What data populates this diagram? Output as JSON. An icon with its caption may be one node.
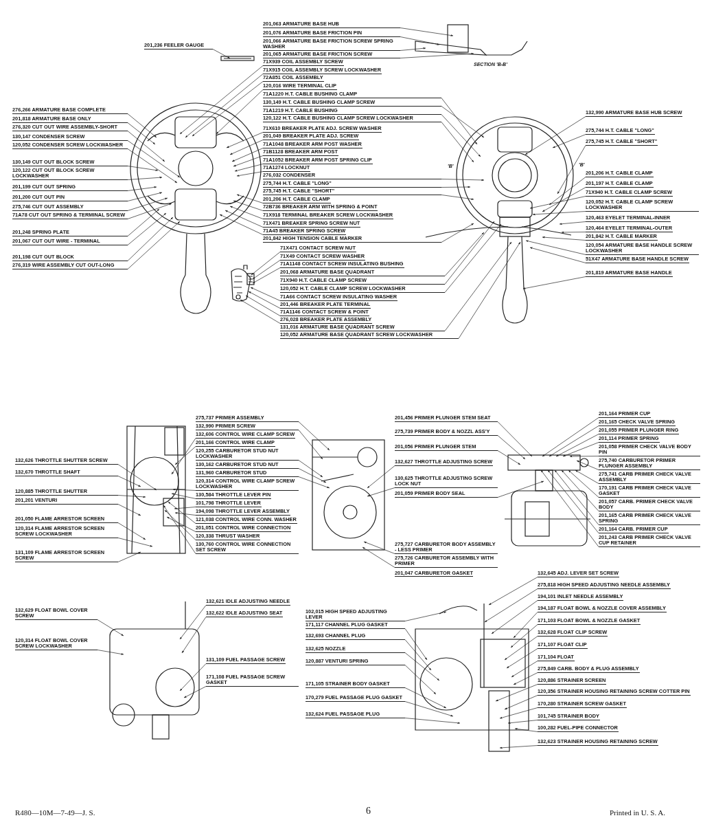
{
  "diagram": {
    "nodes": [
      {
        "text": [
          "201,236 FEELER GAUGE"
        ]
      },
      {
        "text": [
          "276,266 ARMATURE BASE COMPLETE"
        ]
      },
      {
        "text": [
          "201,818 ARMATURE BASE ONLY"
        ]
      },
      {
        "text": [
          "276,320 CUT OUT WIRE ASSEMBLY-SHORT"
        ]
      },
      {
        "text": [
          "130,147 CONDENSER SCREW"
        ]
      },
      {
        "text": [
          "120,052 CONDENSER SCREW LOCKWASHER"
        ]
      },
      {
        "text": [
          "130,149 CUT OUT BLOCK SCREW"
        ]
      },
      {
        "text": [
          "120,122 CUT OUT BLOCK SCREW LOCKWASHER"
        ]
      },
      {
        "text": [
          "201,199 CUT OUT SPRING"
        ]
      },
      {
        "text": [
          "201,200 CUT OUT PIN"
        ]
      },
      {
        "text": [
          "275,746 CUT OUT ASSEMBLY"
        ]
      },
      {
        "text": [
          "71A78 CUT OUT SPRING & TERMINAL SCREW"
        ]
      },
      {
        "text": [
          "201,248 SPRING PLATE"
        ]
      },
      {
        "text": [
          "201,067 CUT OUT WIRE - TERMINAL"
        ]
      },
      {
        "text": [
          "201,198 CUT OUT BLOCK"
        ]
      },
      {
        "text": [
          "276,319 WIRE ASSEMBLY CUT OUT-LONG"
        ]
      },
      {
        "text": [
          "201,063 ARMATURE BASE HUB"
        ]
      },
      {
        "text": [
          "201,076 ARMATURE BASE FRICTION PIN"
        ]
      },
      {
        "text": [
          "201,066 ARMATURE BASE FRICTION SCREW SPRING WASHER"
        ]
      },
      {
        "text": [
          "201,065 ARMATURE BASE FRICTION SCREW"
        ]
      },
      {
        "text": [
          "71X939 COIL ASSEMBLY SCREW"
        ]
      },
      {
        "text": [
          "71X915 COIL ASSEMBLY SCREW LOCKWASHER"
        ]
      },
      {
        "text": [
          "72A851 COIL ASSEMBLY"
        ]
      },
      {
        "text": [
          "120,016 WIRE TERMINAL CLIP"
        ]
      },
      {
        "text": [
          "71A1220 H.T. CABLE BUSHING CLAMP"
        ]
      },
      {
        "text": [
          "130,149 H.T. CABLE BUSHING CLAMP SCREW"
        ]
      },
      {
        "text": [
          "71A1219 H.T. CABLE BUSHING"
        ]
      },
      {
        "text": [
          "120,122 H.T. CABLE BUSHING CLAMP SCREW LOCKWASHER"
        ]
      },
      {
        "text": [
          "71X610 BREAKER PLATE ADJ. SCREW WASHER"
        ]
      },
      {
        "text": [
          "201,049 BREAKER PLATE ADJ. SCREW"
        ]
      },
      {
        "text": [
          "71A1048 BREAKER ARM POST WASHER"
        ]
      },
      {
        "text": [
          "71B1128 BREAKER ARM POST"
        ]
      },
      {
        "text": [
          "71A1052 BREAKER ARM POST SPRING CLIP"
        ]
      },
      {
        "text": [
          "71A1274 LOCKNUT"
        ]
      },
      {
        "text": [
          "276,032 CONDENSER"
        ]
      },
      {
        "text": [
          "275,744 H.T. CABLE \"LONG\""
        ]
      },
      {
        "text": [
          "275,745 H.T. CABLE \"SHORT\""
        ]
      },
      {
        "text": [
          "201,206 H.T. CABLE CLAMP"
        ]
      },
      {
        "text": [
          "72B736 BREAKER ARM WITH SPRING & POINT"
        ]
      },
      {
        "text": [
          "71X918 TERMINAL BREAKER SCREW LOCKWASHER"
        ]
      },
      {
        "text": [
          "71X471 BREAKER SPRING SCREW NUT"
        ]
      },
      {
        "text": [
          "71A45 BREAKER SPRING SCREW"
        ]
      },
      {
        "text": [
          "201,842 HIGH TENSION CABLE MARKER"
        ]
      },
      {
        "text": [
          "71X471 CONTACT SCREW NUT"
        ]
      },
      {
        "text": [
          "71X49 CONTACT SCREW WASHER"
        ]
      },
      {
        "text": [
          "71A1148 CONTACT SCREW INSULATING BUSHING"
        ]
      },
      {
        "text": [
          "201,068 ARMATURE BASE QUADRANT"
        ]
      },
      {
        "text": [
          "71X940 H.T. CABLE CLAMP SCREW"
        ]
      },
      {
        "text": [
          "120,052 H.T. CABLE CLAMP SCREW LOCKWASHER"
        ]
      },
      {
        "text": [
          "71A66 CONTACT SCREW INSULATING WASHER"
        ]
      },
      {
        "text": [
          "201,446 BREAKER PLATE TERMINAL"
        ]
      },
      {
        "text": [
          "71A1146 CONTACT SCREW & POINT"
        ]
      },
      {
        "text": [
          "276,028 BREAKER PLATE ASSEMBLY"
        ]
      },
      {
        "text": [
          "131,016 ARMATURE BASE QUADRANT SCREW"
        ]
      },
      {
        "text": [
          "120,052 ARMATURE BASE QUADRANT SCREW LOCKWASHER"
        ]
      },
      {
        "text": [
          "132,990 ARMATURE BASE HUB SCREW"
        ]
      },
      {
        "text": [
          "275,744 H.T. CABLE \"LONG\""
        ]
      },
      {
        "text": [
          "275,745 H.T. CABLE \"SHORT\""
        ]
      },
      {
        "text": [
          "201,206 H.T. CABLE CLAMP"
        ]
      },
      {
        "text": [
          "201,197 H.T. CABLE CLAMP"
        ]
      },
      {
        "text": [
          "71X940 H.T. CABLE CLAMP SCREW"
        ]
      },
      {
        "text": [
          "120,052 H.T. CABLE CLAMP SCREW LOCKWASHER"
        ]
      },
      {
        "text": [
          "120,463 EYELET TERMINAL-INNER"
        ]
      },
      {
        "text": [
          "120,464 EYELET TERMINAL-OUTER"
        ]
      },
      {
        "text": [
          "201,842 H.T. CABLE MARKER"
        ]
      },
      {
        "text": [
          "120,054 ARMATURE BASE HANDLE SCREW LOCKWASHER"
        ]
      },
      {
        "text": [
          "51X47 ARMATURE BASE HANDLE SCREW"
        ]
      },
      {
        "text": [
          "201,819 ARMATURE BASE HANDLE"
        ]
      },
      {
        "text": [
          "132,626 THROTTLE SHUTTER SCREW"
        ]
      },
      {
        "text": [
          "132,670 THROTTLE SHAFT"
        ]
      },
      {
        "text": [
          "120,885 THROTTLE SHUTTER"
        ]
      },
      {
        "text": [
          "201,201 VENTURI"
        ]
      },
      {
        "text": [
          "201,050 FLAME ARRESTOR SCREEN"
        ]
      },
      {
        "text": [
          "120,314 FLAME ARRESTOR SCREEN SCREW LOCKWASHER"
        ]
      },
      {
        "text": [
          "131,109 FLAME ARRESTOR SCREEN SCREW"
        ]
      },
      {
        "text": [
          "275,737 PRIMER ASSEMBLY"
        ]
      },
      {
        "text": [
          "132,990 PRIMER SCREW"
        ]
      },
      {
        "text": [
          "132,606 CONTROL WIRE CLAMP SCREW"
        ]
      },
      {
        "text": [
          "201,166 CONTROL WIRE CLAMP"
        ]
      },
      {
        "text": [
          "120,255 CARBURETOR STUD NUT LOCKWASHER"
        ]
      },
      {
        "text": [
          "130,162 CARBURETOR STUD NUT"
        ]
      },
      {
        "text": [
          "131,960 CARBURETOR STUD"
        ]
      },
      {
        "text": [
          "120,314 CONTROL WIRE CLAMP SCREW LOCKWASHER"
        ]
      },
      {
        "text": [
          "130,584 THROTTLE LEVER PIN"
        ]
      },
      {
        "text": [
          "101,798 THROTTLE LEVER"
        ]
      },
      {
        "text": [
          "194,098 THROTTLE LEVER ASSEMBLY"
        ]
      },
      {
        "text": [
          "121,038 CONTROL WIRE CONN. WASHER"
        ]
      },
      {
        "text": [
          "201,051 CONTROL WIRE CONNECTION"
        ]
      },
      {
        "text": [
          "120,338 THRUST WASHER"
        ]
      },
      {
        "text": [
          "130,760 CONTROL WIRE CONNECTION SET SCREW"
        ]
      },
      {
        "text": [
          "201,456 PRIMER PLUNGER STEM SEAT"
        ]
      },
      {
        "text": [
          "275,739 PRIMER BODY & NOZZL ASS'Y"
        ]
      },
      {
        "text": [
          "201,056 PRIMER PLUNGER STEM"
        ]
      },
      {
        "text": [
          "132,627 THROTTLE ADJUSTING SCREW"
        ]
      },
      {
        "text": [
          "130,625 THROTTLE ADJUSTING SCREW LOCK NUT"
        ]
      },
      {
        "text": [
          "201,059 PRIMER BODY SEAL"
        ]
      },
      {
        "text": [
          "275,727 CARBURETOR BODY ASSEMBLY - LESS PRIMER"
        ]
      },
      {
        "text": [
          "275,726 CARBURETOR ASSEMBLY WITH PRIMER"
        ]
      },
      {
        "text": [
          "201,164 PRIMER CUP"
        ]
      },
      {
        "text": [
          "201,165 CHECK VALVE SPRING"
        ]
      },
      {
        "text": [
          "201,055 PRIMER PLUNGER RING"
        ]
      },
      {
        "text": [
          "201,114 PRIMER SPRING"
        ]
      },
      {
        "text": [
          "201,058 PRIMER CHECK VALVE BODY PIN"
        ]
      },
      {
        "text": [
          "275,740 CARBURETOR PRIMER PLUNGER ASSEMBLY"
        ]
      },
      {
        "text": [
          "275,741 CARB PRIMER CHECK VALVE ASSEMBLY"
        ]
      },
      {
        "text": [
          "170,191 CARB PRIMER CHECK VALVE GASKET"
        ]
      },
      {
        "text": [
          "201,057 CARB. PRIMER CHECK VALVE BODY"
        ]
      },
      {
        "text": [
          "201,165 CARB PRIMER CHECK VALVE SPRING"
        ]
      },
      {
        "text": [
          "201,164 CARB. PRIMER CUP"
        ]
      },
      {
        "text": [
          "201,243 CARB PRIMER CHECK VALVE CUP RETAINER"
        ]
      },
      {
        "text": [
          "132,629 FLOAT BOWL COVER SCREW"
        ]
      },
      {
        "text": [
          "120,314 FLOAT BOWL COVER SCREW LOCKWASHER"
        ]
      },
      {
        "text": [
          "132,621 IDLE ADJUSTING NEEDLE"
        ]
      },
      {
        "text": [
          "132,622 IDLE ADJUSTING SEAT"
        ]
      },
      {
        "text": [
          "131,109 FUEL PASSAGE SCREW"
        ]
      },
      {
        "text": [
          "171,108 FUEL PASSAGE SCREW GASKET"
        ]
      },
      {
        "text": [
          "102,015 HIGH SPEED ADJUSTING LEVER"
        ]
      },
      {
        "text": [
          "171,117 CHANNEL PLUG GASKET"
        ]
      },
      {
        "text": [
          "132,693 CHANNEL PLUG"
        ]
      },
      {
        "text": [
          "132,625 NOZZLE"
        ]
      },
      {
        "text": [
          "120,887 VENTURI SPRING"
        ]
      },
      {
        "text": [
          "171,105 STRAINER BODY GASKET"
        ]
      },
      {
        "text": [
          "170,279 FUEL PASSAGE PLUG GASKET"
        ]
      },
      {
        "text": [
          "132,624 FUEL PASSAGE PLUG"
        ]
      },
      {
        "text": [
          "132,645 ADJ. LEVER SET SCREW"
        ]
      },
      {
        "text": [
          "275,818 HIGH SPEED ADJUSTING NEEDLE ASSEMBLY"
        ]
      },
      {
        "text": [
          "194,101 INLET NEEDLE ASSEMBLY"
        ]
      },
      {
        "text": [
          "194,187 FLOAT BOWL & NOZZLE COVER ASSEMBLY"
        ]
      },
      {
        "text": [
          "171,103 FLOAT BOWL & NOZZLE GASKET"
        ]
      },
      {
        "text": [
          "132,628 FLOAT CLIP SCREW"
        ]
      },
      {
        "text": [
          "171,107 FLOAT CLIP"
        ]
      },
      {
        "text": [
          "171,104 FLOAT"
        ]
      },
      {
        "text": [
          "275,849 CARB. BODY & PLUG ASSEMBLY"
        ]
      },
      {
        "text": [
          "120,886 STRAINER SCREEN"
        ]
      },
      {
        "text": [
          "120,356 STRAINER HOUSING RETAINING SCREW COTTER PIN"
        ]
      },
      {
        "text": [
          "170,280 STRAINER SCREW GASKET"
        ]
      },
      {
        "text": [
          "101,745 STRAINER BODY"
        ]
      },
      {
        "text": [
          "100,282 FUEL-PIPE CONNECTOR"
        ]
      },
      {
        "text": [
          "132,623 STRAINER HOUSING RETAINING SCREW"
        ]
      },
      {
        "text": [],
        "shape": "picture"
      },
      {
        "text": [],
        "shape": "picture"
      },
      {
        "text": [],
        "shape": "picture"
      },
      {
        "text": [],
        "shape": "picture"
      },
      {
        "text": [],
        "shape": "picture"
      },
      {
        "text": [],
        "shape": "picture"
      },
      {
        "text": [],
        "shape": "picture"
      },
      {
        "text": [],
        "shape": "picture"
      },
      {
        "text": [],
        "shape": "picture"
      },
      {
        "text": [],
        "shape": "picture"
      }
    ],
    "edges": [
      {
        "from": 0,
        "to": 139,
        "arrow": "to"
      },
      {
        "from": 1,
        "to": 140,
        "arrow": "to"
      },
      {
        "from": 2,
        "to": 140,
        "arrow": "to"
      },
      {
        "from": 3,
        "to": 140,
        "arrow": "to"
      },
      {
        "from": 4,
        "to": 140,
        "arrow": "to"
      },
      {
        "from": 5,
        "to": 140,
        "arrow": "to"
      },
      {
        "from": 6,
        "to": 140,
        "arrow": "to"
      },
      {
        "from": 7,
        "to": 140,
        "arrow": "to"
      },
      {
        "from": 8,
        "to": 140,
        "arrow": "to"
      },
      {
        "from": 9,
        "to": 140,
        "arrow": "to"
      },
      {
        "from": 10,
        "to": 140,
        "arrow": "to"
      },
      {
        "from": 11,
        "to": 140,
        "arrow": "to"
      },
      {
        "from": 12,
        "to": 140,
        "arrow": "to"
      },
      {
        "from": 13,
        "to": 140,
        "arrow": "to"
      },
      {
        "from": 14,
        "to": 140,
        "arrow": "to"
      },
      {
        "from": 15,
        "to": 140,
        "arrow": "to"
      },
      {
        "from": 16,
        "to": 141,
        "arrow": "to"
      },
      {
        "from": 17,
        "to": 141,
        "arrow": "to"
      },
      {
        "from": 18,
        "to": 141,
        "arrow": "to"
      },
      {
        "from": 19,
        "to": 141,
        "arrow": "to"
      },
      {
        "from": 20,
        "to": 140,
        "arrow": "to"
      },
      {
        "from": 21,
        "to": 140,
        "arrow": "to"
      },
      {
        "from": 22,
        "to": 140,
        "arrow": "to"
      },
      {
        "from": 23,
        "to": 140,
        "arrow": "to"
      },
      {
        "from": 24,
        "to": 142,
        "arrow": "to"
      },
      {
        "from": 25,
        "to": 142,
        "arrow": "to"
      },
      {
        "from": 26,
        "to": 142,
        "arrow": "to"
      },
      {
        "from": 27,
        "to": 142,
        "arrow": "to"
      },
      {
        "from": 28,
        "to": 140,
        "arrow": "to"
      },
      {
        "from": 29,
        "to": 140,
        "arrow": "to"
      },
      {
        "from": 30,
        "to": 140,
        "arrow": "to"
      },
      {
        "from": 31,
        "to": 140,
        "arrow": "to"
      },
      {
        "from": 32,
        "to": 140,
        "arrow": "to"
      },
      {
        "from": 33,
        "to": 140,
        "arrow": "to"
      },
      {
        "from": 34,
        "to": 142,
        "arrow": "to"
      },
      {
        "from": 35,
        "to": 142,
        "arrow": "to"
      },
      {
        "from": 36,
        "to": 142,
        "arrow": "to"
      },
      {
        "from": 37,
        "to": 140,
        "arrow": "to"
      },
      {
        "from": 38,
        "to": 140,
        "arrow": "to"
      },
      {
        "from": 39,
        "to": 140,
        "arrow": "to"
      },
      {
        "from": 40,
        "to": 140,
        "arrow": "to"
      },
      {
        "from": 41,
        "to": 140,
        "arrow": "to"
      },
      {
        "from": 42,
        "to": 142,
        "arrow": "to"
      },
      {
        "from": 43,
        "to": 143,
        "arrow": "to"
      },
      {
        "from": 44,
        "to": 143,
        "arrow": "to"
      },
      {
        "from": 45,
        "to": 143,
        "arrow": "to"
      },
      {
        "from": 46,
        "to": 142,
        "arrow": "to"
      },
      {
        "from": 47,
        "to": 142,
        "arrow": "to"
      },
      {
        "from": 48,
        "to": 142,
        "arrow": "to"
      },
      {
        "from": 49,
        "to": 143,
        "arrow": "to"
      },
      {
        "from": 50,
        "to": 143,
        "arrow": "to"
      },
      {
        "from": 51,
        "to": 143,
        "arrow": "to"
      },
      {
        "from": 52,
        "to": 143,
        "arrow": "to"
      },
      {
        "from": 53,
        "to": 142,
        "arrow": "to"
      },
      {
        "from": 54,
        "to": 142,
        "arrow": "to"
      },
      {
        "from": 55,
        "to": 142,
        "arrow": "to"
      },
      {
        "from": 56,
        "to": 142,
        "arrow": "to"
      },
      {
        "from": 57,
        "to": 142,
        "arrow": "to"
      },
      {
        "from": 58,
        "to": 142,
        "arrow": "to"
      },
      {
        "from": 59,
        "to": 142,
        "arrow": "to"
      },
      {
        "from": 60,
        "to": 142,
        "arrow": "to"
      },
      {
        "from": 61,
        "to": 142,
        "arrow": "to"
      },
      {
        "from": 62,
        "to": 142,
        "arrow": "to"
      },
      {
        "from": 63,
        "to": 142,
        "arrow": "to"
      },
      {
        "from": 64,
        "to": 142,
        "arrow": "to"
      },
      {
        "from": 65,
        "to": 142,
        "arrow": "to"
      },
      {
        "from": 66,
        "to": 142,
        "arrow": "to"
      },
      {
        "from": 67,
        "to": 142,
        "arrow": "to"
      },
      {
        "from": 68,
        "to": 144,
        "arrow": "to"
      },
      {
        "from": 69,
        "to": 144,
        "arrow": "to"
      },
      {
        "from": 70,
        "to": 144,
        "arrow": "to"
      },
      {
        "from": 71,
        "to": 144,
        "arrow": "to"
      },
      {
        "from": 72,
        "to": 144,
        "arrow": "to"
      },
      {
        "from": 73,
        "to": 144,
        "arrow": "to"
      },
      {
        "from": 74,
        "to": 144,
        "arrow": "to"
      },
      {
        "from": 75,
        "to": 145,
        "arrow": "to"
      },
      {
        "from": 76,
        "to": 145,
        "arrow": "to"
      },
      {
        "from": 77,
        "to": 144,
        "arrow": "to"
      },
      {
        "from": 78,
        "to": 144,
        "arrow": "to"
      },
      {
        "from": 79,
        "to": 145,
        "arrow": "to"
      },
      {
        "from": 80,
        "to": 145,
        "arrow": "to"
      },
      {
        "from": 81,
        "to": 145,
        "arrow": "to"
      },
      {
        "from": 82,
        "to": 144,
        "arrow": "to"
      },
      {
        "from": 83,
        "to": 144,
        "arrow": "to"
      },
      {
        "from": 84,
        "to": 144,
        "arrow": "to"
      },
      {
        "from": 85,
        "to": 144,
        "arrow": "to"
      },
      {
        "from": 86,
        "to": 144,
        "arrow": "to"
      },
      {
        "from": 87,
        "to": 144,
        "arrow": "to"
      },
      {
        "from": 88,
        "to": 144,
        "arrow": "to"
      },
      {
        "from": 89,
        "to": 144,
        "arrow": "to"
      },
      {
        "from": 90,
        "to": 146,
        "arrow": "to"
      },
      {
        "from": 91,
        "to": 146,
        "arrow": "to"
      },
      {
        "from": 92,
        "to": 146,
        "arrow": "to"
      },
      {
        "from": 93,
        "to": 145,
        "arrow": "to"
      },
      {
        "from": 94,
        "to": 145,
        "arrow": "to"
      },
      {
        "from": 95,
        "to": 146,
        "arrow": "to"
      },
      {
        "from": 96,
        "to": 145,
        "arrow": "to"
      },
      {
        "from": 97,
        "to": 145,
        "arrow": "to"
      },
      {
        "from": 98,
        "to": 146,
        "arrow": "to"
      },
      {
        "from": 99,
        "to": 146,
        "arrow": "to"
      },
      {
        "from": 100,
        "to": 146,
        "arrow": "to"
      },
      {
        "from": 101,
        "to": 146,
        "arrow": "to"
      },
      {
        "from": 102,
        "to": 146,
        "arrow": "to"
      },
      {
        "from": 103,
        "to": 146,
        "arrow": "to"
      },
      {
        "from": 104,
        "to": 146,
        "arrow": "to"
      },
      {
        "from": 105,
        "to": 146,
        "arrow": "to"
      },
      {
        "from": 106,
        "to": 146,
        "arrow": "to"
      },
      {
        "from": 107,
        "to": 146,
        "arrow": "to"
      },
      {
        "from": 108,
        "to": 146,
        "arrow": "to"
      },
      {
        "from": 109,
        "to": 146,
        "arrow": "to"
      },
      {
        "from": 110,
        "to": 147,
        "arrow": "to"
      },
      {
        "from": 111,
        "to": 147,
        "arrow": "to"
      },
      {
        "from": 112,
        "to": 147,
        "arrow": "to"
      },
      {
        "from": 113,
        "to": 147,
        "arrow": "to"
      },
      {
        "from": 114,
        "to": 147,
        "arrow": "to"
      },
      {
        "from": 115,
        "to": 147,
        "arrow": "to"
      },
      {
        "from": 116,
        "to": 148,
        "arrow": "to"
      },
      {
        "from": 117,
        "to": 148,
        "arrow": "to"
      },
      {
        "from": 118,
        "to": 148,
        "arrow": "to"
      },
      {
        "from": 119,
        "to": 148,
        "arrow": "to"
      },
      {
        "from": 120,
        "to": 148,
        "arrow": "to"
      },
      {
        "from": 121,
        "to": 148,
        "arrow": "to"
      },
      {
        "from": 122,
        "to": 148,
        "arrow": "to"
      },
      {
        "from": 123,
        "to": 148,
        "arrow": "to"
      },
      {
        "from": 124,
        "to": 148,
        "arrow": "to"
      },
      {
        "from": 125,
        "to": 148,
        "arrow": "to"
      },
      {
        "from": 126,
        "to": 148,
        "arrow": "to"
      },
      {
        "from": 127,
        "to": 148,
        "arrow": "to"
      },
      {
        "from": 128,
        "to": 148,
        "arrow": "to"
      },
      {
        "from": 129,
        "to": 148,
        "arrow": "to"
      },
      {
        "from": 130,
        "to": 148,
        "arrow": "to"
      },
      {
        "from": 131,
        "to": 148,
        "arrow": "to"
      },
      {
        "from": 132,
        "to": 148,
        "arrow": "to"
      },
      {
        "from": 133,
        "to": 148,
        "arrow": "to"
      },
      {
        "from": 134,
        "to": 148,
        "arrow": "to"
      },
      {
        "from": 135,
        "to": 148,
        "arrow": "to"
      },
      {
        "from": 136,
        "to": 148,
        "arrow": "to"
      },
      {
        "from": 137,
        "to": 148,
        "arrow": "to"
      },
      {
        "from": 138,
        "to": 148,
        "arrow": "to"
      }
    ],
    "labels": [
      "SECTION 'B-B'",
      "'B'",
      "'B'",
      "201,047 CARBURETOR GASKET",
      "R480—10M—7-49—J. S.",
      "6",
      "Printed in U. S. A."
    ]
  }
}
